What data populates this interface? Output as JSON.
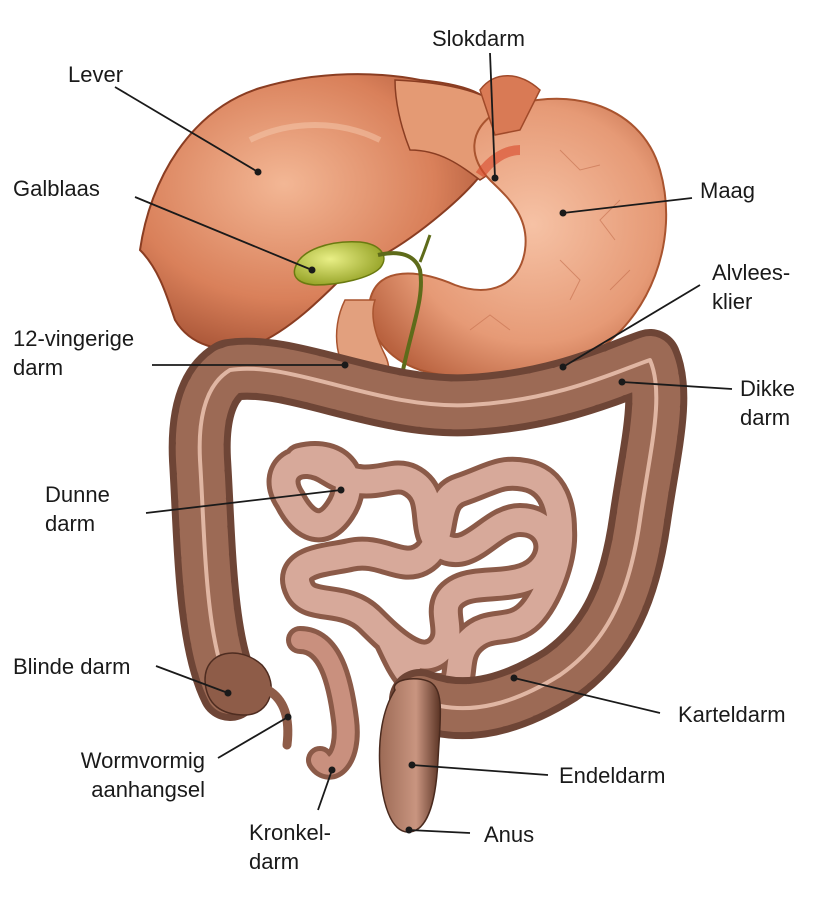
{
  "labels": {
    "lever": "Lever",
    "slokdarm": "Slokdarm",
    "galblaas": "Galblaas",
    "maag": "Maag",
    "alvleesklier": [
      "Alvlees-",
      "klier"
    ],
    "twaalfvingerige_darm": [
      "12-vingerige",
      "darm"
    ],
    "dikke_darm": [
      "Dikke",
      "darm"
    ],
    "dunne_darm": [
      "Dunne",
      "darm"
    ],
    "blinde_darm": "Blinde darm",
    "karteldarm": "Karteldarm",
    "wormvormig_aanhangsel": [
      "Wormvormig",
      "aanhangsel"
    ],
    "endeldarm": "Endeldarm",
    "kronkeldarm": [
      "Kronkel-",
      "darm"
    ],
    "anus": "Anus"
  },
  "colors": {
    "liver": "#d9805a",
    "stomach": "#e69a76",
    "gallbladder": "#b8c43a",
    "colon": "#8a5a48",
    "small_intestine": "#d7a99a",
    "pancreas": "#e2d3b0",
    "leader_line": "#1a1a1a"
  }
}
